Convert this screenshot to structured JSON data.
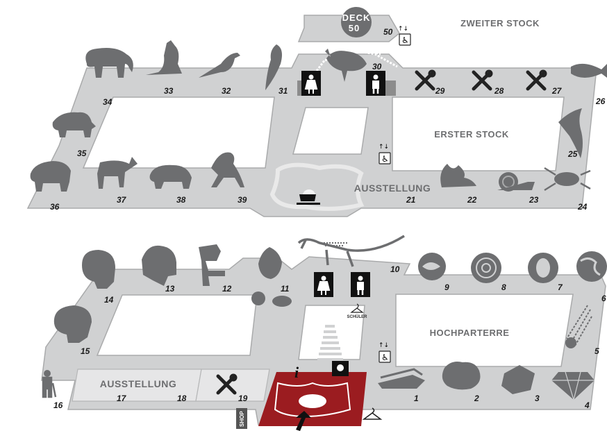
{
  "floors": {
    "second": "ZWEITER STOCK",
    "first": "ERSTER STOCK",
    "ground": "HOCHPARTERRE"
  },
  "deck": {
    "line1": "DECK",
    "line2": "50"
  },
  "exhibition_labels": {
    "first": "AUSSTELLUNG",
    "ground": "AUSSTELLUNG"
  },
  "pupils_label": "SCHÜLER",
  "shop_label": "SHOP",
  "info_label": "i",
  "rooms": {
    "r1": "1",
    "r2": "2",
    "r3": "3",
    "r4": "4",
    "r5": "5",
    "r6": "6",
    "r7": "7",
    "r8": "8",
    "r9": "9",
    "r10": "10",
    "r11": "11",
    "r12": "12",
    "r13": "13",
    "r14": "14",
    "r15": "15",
    "r16": "16",
    "r17": "17",
    "r18": "18",
    "r19": "19",
    "r21": "21",
    "r22": "22",
    "r23": "23",
    "r24": "24",
    "r25": "25",
    "r26": "26",
    "r27": "27",
    "r28": "28",
    "r29": "29",
    "r30": "30",
    "r31": "31",
    "r32": "32",
    "r33": "33",
    "r34": "34",
    "r35": "35",
    "r36": "36",
    "r37": "37",
    "r38": "38",
    "r39": "39",
    "r50": "50"
  },
  "icons": [
    "elephant-icon",
    "kangaroo-icon",
    "bird-icon",
    "parrot-icon",
    "emu-icon",
    "fish-icon",
    "shark-icon",
    "rhino-icon",
    "bison-icon",
    "moose-icon",
    "bear-icon",
    "monkey-icon",
    "coffee-icon",
    "plant-icon",
    "snail-icon",
    "beetle-icon",
    "tools-icon",
    "toilet-icon",
    "accessibility-icon",
    "skull-icon",
    "helmet-icon",
    "horse-figure-icon",
    "hand-axe-icon",
    "dinosaur-skeleton-icon",
    "fossil-fish-icon",
    "ammonite-icon",
    "trilobite-icon",
    "globe-icon",
    "meteor-icon",
    "diamond-icon",
    "crystal-icon",
    "mineral-icon",
    "gold-bars-icon",
    "hanger-icon",
    "info-icon",
    "entrance-arrow-icon"
  ],
  "colors": {
    "floor": "#d0d1d2",
    "silhouette": "#6d6e70",
    "entrance": "#9b1c20"
  }
}
